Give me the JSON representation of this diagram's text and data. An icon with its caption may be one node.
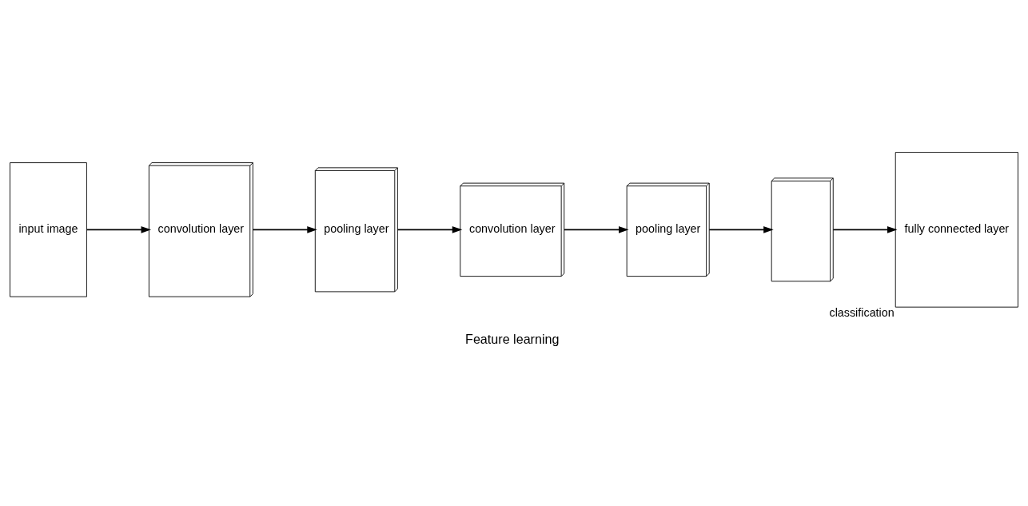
{
  "diagram": {
    "nodes": [
      {
        "text": [
          "input image"
        ]
      },
      {
        "text": [
          "convolution layer"
        ]
      },
      {
        "text": [
          "pooling layer"
        ]
      },
      {
        "text": [
          "convolution layer"
        ]
      },
      {
        "text": [
          "pooling layer"
        ]
      },
      {
        "text": [],
        "shape": "box"
      },
      {
        "text": [
          "fully connected layer"
        ],
        "beside": [
          "classification"
        ]
      }
    ],
    "edges": [
      {
        "from": 0,
        "to": 1,
        "arrow": "to"
      },
      {
        "from": 1,
        "to": 2,
        "arrow": "to"
      },
      {
        "from": 2,
        "to": 3,
        "arrow": "to"
      },
      {
        "from": 3,
        "to": 4,
        "arrow": "to"
      },
      {
        "from": 4,
        "to": 5,
        "arrow": "to"
      },
      {
        "from": 5,
        "to": 6,
        "arrow": "to"
      }
    ],
    "labels": [
      "Feature learning"
    ]
  }
}
